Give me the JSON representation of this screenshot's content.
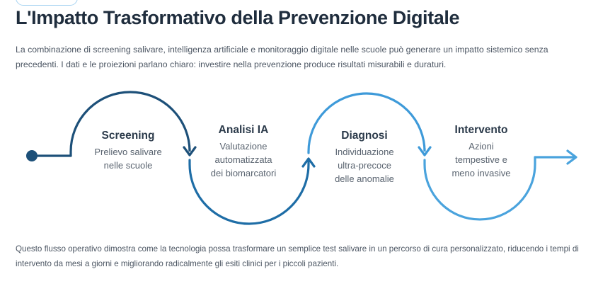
{
  "badge": {
    "name": "top-pill-badge",
    "label": "",
    "border_color": "#a8d4f2"
  },
  "header": {
    "title": "L'Impatto Trasformativo della Prevenzione Digitale",
    "intro": "La combinazione di screening salivare, intelligenza artificiale e monitoraggio digitale nelle scuole può generare un impatto sistemico senza precedenti. I dati e le proiezioni parlano chiaro: investire nella prevenzione produce risultati misurabili e duraturi."
  },
  "flow": {
    "start_marker": "start-dot",
    "end_marker": "end-arrow",
    "colors": {
      "dark_navy": "#1d5079",
      "mid_blue": "#1e6da6",
      "light_blue": "#3e9ad9",
      "lighter_blue": "#4aa3dd"
    },
    "steps": [
      {
        "title": "Screening",
        "desc_lines": [
          "Prelievo salivare",
          "nelle scuole"
        ],
        "color": "#1d5079"
      },
      {
        "title": "Analisi IA",
        "desc_lines": [
          "Valutazione",
          "automatizzata",
          "dei biomarcatori"
        ],
        "color": "#1e6da6"
      },
      {
        "title": "Diagnosi",
        "desc_lines": [
          "Individuazione",
          "ultra-precoce",
          "delle anomalie"
        ],
        "color": "#3e9ad9"
      },
      {
        "title": "Intervento",
        "desc_lines": [
          "Azioni",
          "tempestive e",
          "meno invasive"
        ],
        "color": "#4aa3dd"
      }
    ]
  },
  "footer": {
    "caption": "Questo flusso operativo dimostra come la tecnologia possa trasformare un semplice test salivare in un percorso di cura personalizzato, riducendo i tempi di intervento da mesi a giorni e migliorando radicalmente gli esiti clinici per i piccoli pazienti."
  }
}
